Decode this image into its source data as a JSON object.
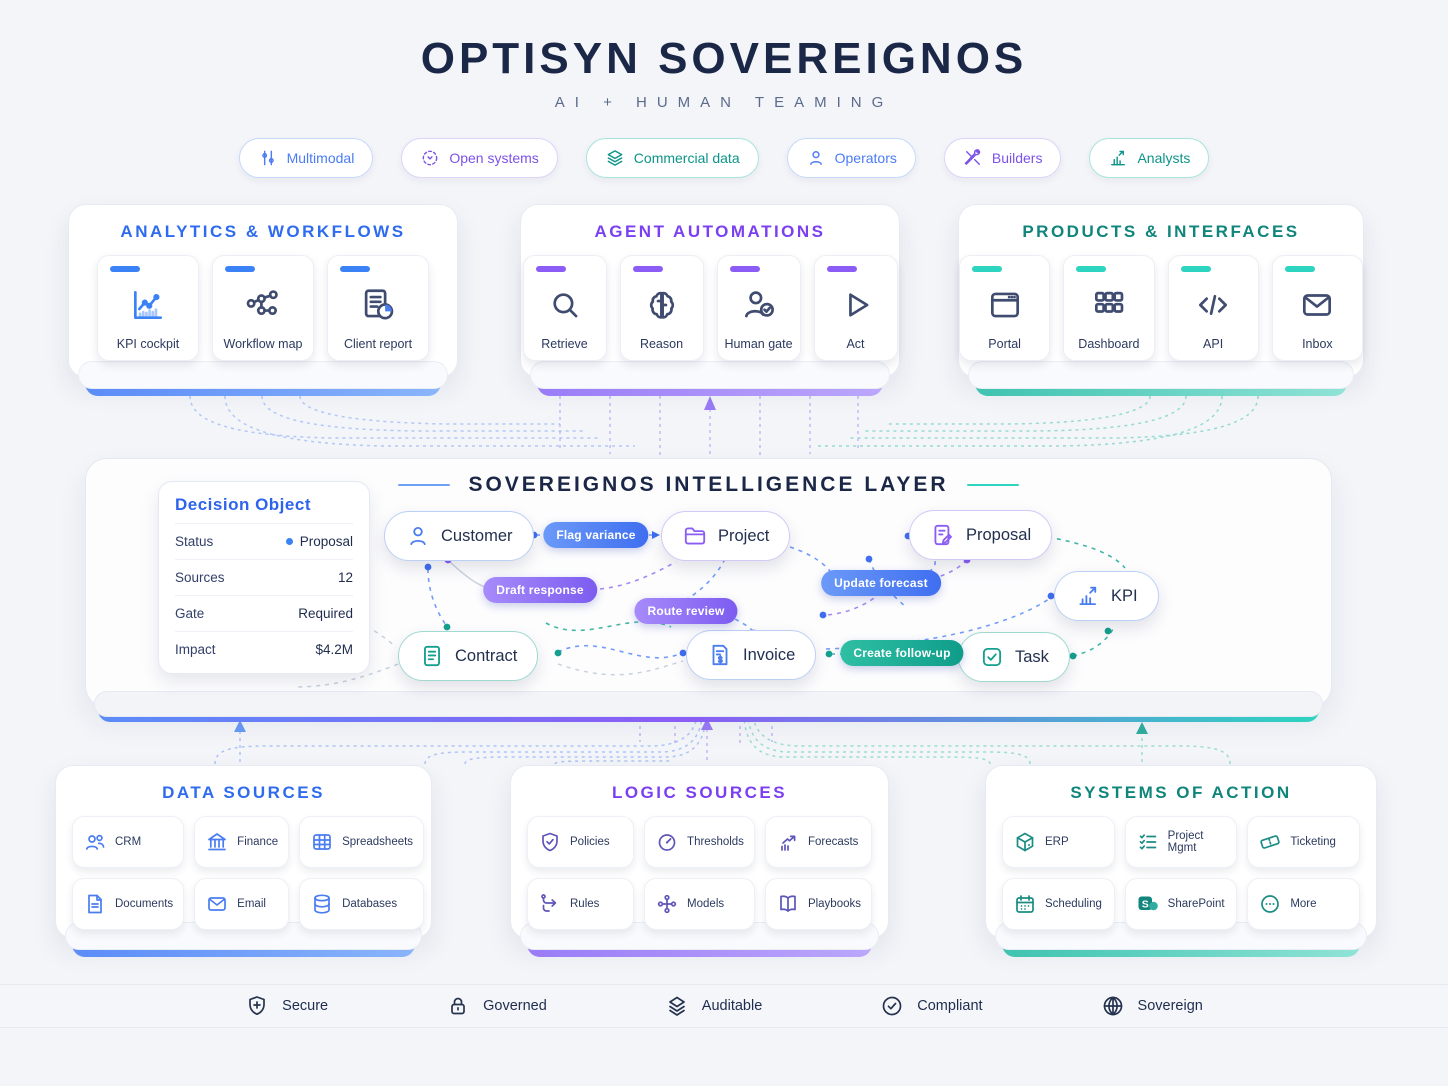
{
  "title": "OPTISYN SOVEREIGNOS",
  "subtitle": "AI + HUMAN TEAMING",
  "badges": [
    {
      "label": "Multimodal",
      "icon": "sliders-icon",
      "theme": "blue"
    },
    {
      "label": "Open systems",
      "icon": "dashed-circle-icon",
      "theme": "purple"
    },
    {
      "label": "Commercial data",
      "icon": "layers-icon",
      "theme": "teal"
    },
    {
      "label": "Operators",
      "icon": "person-icon",
      "theme": "blue"
    },
    {
      "label": "Builders",
      "icon": "tools-icon",
      "theme": "purple"
    },
    {
      "label": "Analysts",
      "icon": "bar-chart-icon",
      "theme": "teal"
    }
  ],
  "top_panels": [
    {
      "title": "ANALYTICS & WORKFLOWS",
      "theme": "blue",
      "cards": [
        {
          "label": "KPI cockpit",
          "icon": "kpi-chart-icon"
        },
        {
          "label": "Workflow map",
          "icon": "workflow-nodes-icon"
        },
        {
          "label": "Client report",
          "icon": "report-pie-icon"
        }
      ]
    },
    {
      "title": "AGENT AUTOMATIONS",
      "theme": "purple",
      "cards": [
        {
          "label": "Retrieve",
          "icon": "search-icon"
        },
        {
          "label": "Reason",
          "icon": "brain-icon"
        },
        {
          "label": "Human gate",
          "icon": "person-check-icon"
        },
        {
          "label": "Act",
          "icon": "play-icon"
        }
      ]
    },
    {
      "title": "PRODUCTS & INTERFACES",
      "theme": "teal",
      "cards": [
        {
          "label": "Portal",
          "icon": "browser-icon"
        },
        {
          "label": "Dashboard",
          "icon": "grid-icon"
        },
        {
          "label": "API",
          "icon": "code-icon"
        },
        {
          "label": "Inbox",
          "icon": "envelope-icon"
        }
      ]
    }
  ],
  "intelligence_layer": {
    "title": "SOVEREIGNOS INTELLIGENCE LAYER",
    "decision_object": {
      "title": "Decision Object",
      "rows": [
        {
          "label": "Status",
          "value": "Proposal",
          "has_dot": true
        },
        {
          "label": "Sources",
          "value": "12"
        },
        {
          "label": "Gate",
          "value": "Required"
        },
        {
          "label": "Impact",
          "value": "$4.2M"
        }
      ]
    },
    "entities": [
      {
        "label": "Customer",
        "icon": "person-icon",
        "theme": "blue"
      },
      {
        "label": "Project",
        "icon": "folder-icon",
        "theme": "purple"
      },
      {
        "label": "Proposal",
        "icon": "document-pen-icon",
        "theme": "purple"
      },
      {
        "label": "KPI",
        "icon": "bar-chart-arrow-icon",
        "theme": "blue"
      },
      {
        "label": "Contract",
        "icon": "document-lines-icon",
        "theme": "teal"
      },
      {
        "label": "Invoice",
        "icon": "invoice-icon",
        "theme": "blue"
      },
      {
        "label": "Task",
        "icon": "check-square-icon",
        "theme": "teal"
      }
    ],
    "action_tags": [
      {
        "label": "Flag variance",
        "theme": "blue"
      },
      {
        "label": "Draft response",
        "theme": "purple"
      },
      {
        "label": "Route review",
        "theme": "purple"
      },
      {
        "label": "Update forecast",
        "theme": "blue"
      },
      {
        "label": "Create follow-up",
        "theme": "teal"
      }
    ]
  },
  "bottom_panels": [
    {
      "title": "DATA SOURCES",
      "theme": "blue",
      "chips": [
        {
          "label": "CRM",
          "icon": "people-icon"
        },
        {
          "label": "Finance",
          "icon": "bank-icon"
        },
        {
          "label": "Spreadsheets",
          "icon": "table-icon"
        },
        {
          "label": "Documents",
          "icon": "document-icon"
        },
        {
          "label": "Email",
          "icon": "envelope-icon"
        },
        {
          "label": "Databases",
          "icon": "database-icon"
        }
      ]
    },
    {
      "title": "LOGIC SOURCES",
      "theme": "purple",
      "chips": [
        {
          "label": "Policies",
          "icon": "shield-check-icon"
        },
        {
          "label": "Thresholds",
          "icon": "gauge-icon"
        },
        {
          "label": "Forecasts",
          "icon": "trend-up-icon"
        },
        {
          "label": "Rules",
          "icon": "flow-arrow-icon"
        },
        {
          "label": "Models",
          "icon": "branch-nodes-icon"
        },
        {
          "label": "Playbooks",
          "icon": "open-book-icon"
        }
      ]
    },
    {
      "title": "SYSTEMS OF ACTION",
      "theme": "teal",
      "chips": [
        {
          "label": "ERP",
          "icon": "cube-icon"
        },
        {
          "label": "Project Mgmt",
          "icon": "checklist-icon"
        },
        {
          "label": "Ticketing",
          "icon": "ticket-icon"
        },
        {
          "label": "Scheduling",
          "icon": "calendar-icon"
        },
        {
          "label": "SharePoint",
          "icon": "sharepoint-icon"
        },
        {
          "label": "More",
          "icon": "ellipsis-circle-icon"
        }
      ]
    }
  ],
  "footer": {
    "items": [
      {
        "label": "Secure",
        "icon": "shield-plus-icon"
      },
      {
        "label": "Governed",
        "icon": "lock-icon"
      },
      {
        "label": "Auditable",
        "icon": "stacked-layers-icon"
      },
      {
        "label": "Compliant",
        "icon": "check-circle-icon"
      },
      {
        "label": "Sovereign",
        "icon": "globe-icon"
      }
    ]
  },
  "colors": {
    "blue": "#3b82f6",
    "purple": "#8b5cf6",
    "teal": "#14b8a6",
    "navy": "#1b2747",
    "background": "#f3f5f9"
  }
}
